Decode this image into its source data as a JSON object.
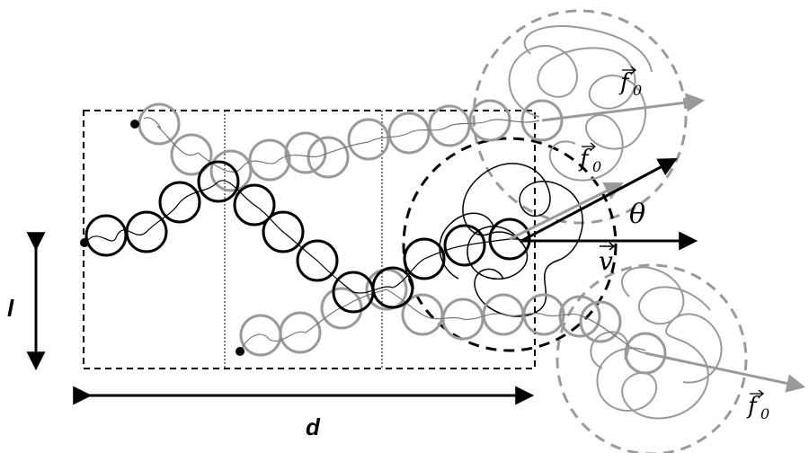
{
  "labels": {
    "height_label": "l",
    "width_label": "d",
    "velocity_label": "v",
    "angle_label": "θ",
    "force_label_top": "f",
    "force_label_middle": "f",
    "force_label_bottom": "f",
    "force_subscript": "0"
  },
  "colors": {
    "dark": "#000000",
    "grey": "#9a9a9a",
    "background": "#ffffff"
  }
}
